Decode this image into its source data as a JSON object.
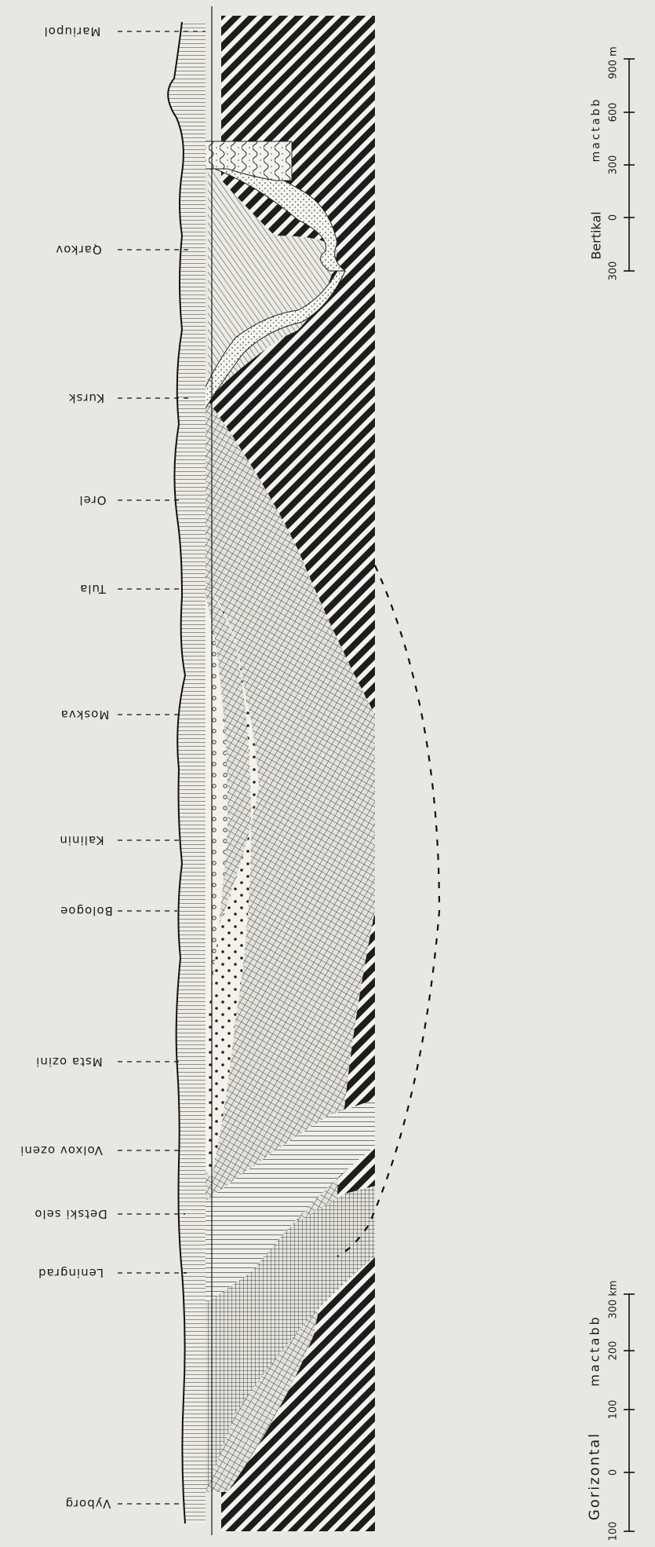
{
  "places": [
    {
      "id": "mariupol",
      "label": "Mariupol"
    },
    {
      "id": "qarkov",
      "label": "Qarkov"
    },
    {
      "id": "kursk",
      "label": "Kursk"
    },
    {
      "id": "orel",
      "label": "Orel"
    },
    {
      "id": "tula",
      "label": "Tula"
    },
    {
      "id": "moskva",
      "label": "Moskva"
    },
    {
      "id": "kalinin",
      "label": "Kalinin"
    },
    {
      "id": "bologoye",
      "label": "Bologoe"
    },
    {
      "id": "msta",
      "label": "Msta ozini"
    },
    {
      "id": "volxov",
      "label": "Volxov ozeni"
    },
    {
      "id": "detskoye",
      "label": "Detski selo"
    },
    {
      "id": "leningrad",
      "label": "Leningrad"
    },
    {
      "id": "vyborg",
      "label": "Vyborg"
    }
  ],
  "vertical_scale": {
    "title": "Bertikal",
    "subtitle": "mactabb",
    "ticks": [
      "300",
      "0",
      "300",
      "600",
      "900 m"
    ]
  },
  "horizontal_scale": {
    "title": "Gorizontal",
    "subtitle": "mactabb",
    "ticks": [
      "100",
      "0",
      "100",
      "200",
      "300 km"
    ]
  }
}
